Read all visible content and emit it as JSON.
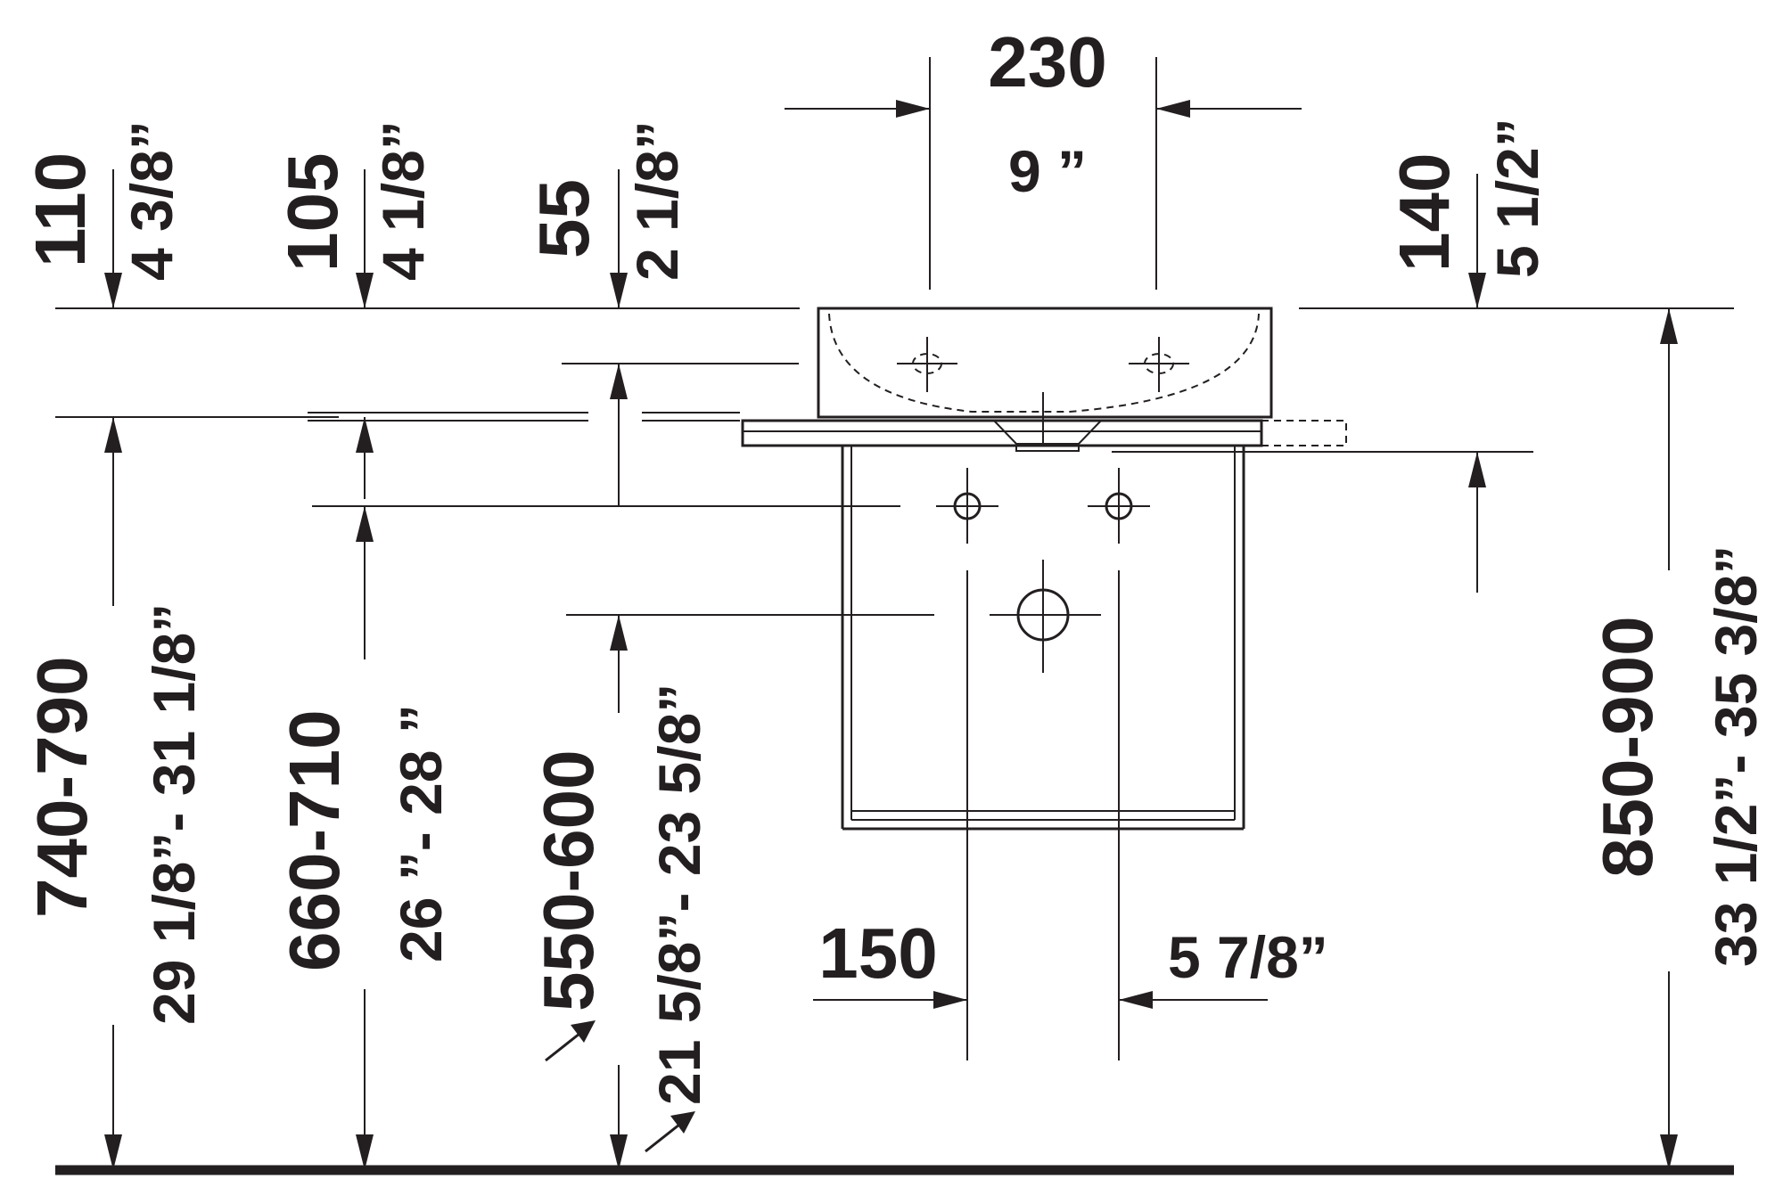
{
  "dimensions": {
    "width_total_mm": "230",
    "width_total_in": "9 ”",
    "tap_height_mm": "110",
    "tap_height_in": "4 3/8”",
    "height_105_mm": "105",
    "height_105_in": "4 1/8”",
    "height_55_mm": "55",
    "height_55_in": "2 1/8”",
    "height_140_mm": "140",
    "height_140_in": "5 1/2”",
    "height_740_790_mm": "740-790",
    "height_740_790_in": "29 1/8”- 31 1/8”",
    "height_660_710_mm": "660-710",
    "height_660_710_in": "26 ”- 28 ”",
    "height_550_600_mm": "550-600",
    "height_550_600_in": "21 5/8”- 23 5/8”",
    "height_850_900_mm": "850-900",
    "height_850_900_in": "33 1/2”- 35 3/8”",
    "spacing_150_mm": "150",
    "spacing_150_in": "5 7/8”"
  }
}
